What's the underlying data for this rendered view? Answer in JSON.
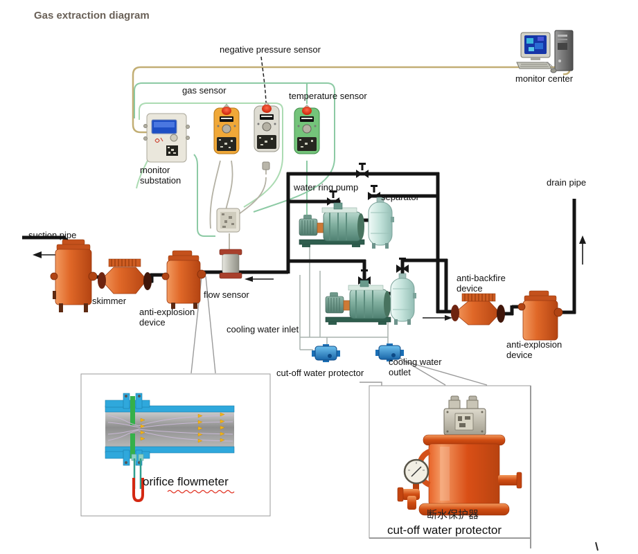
{
  "title": "Gas extraction diagram",
  "labels": {
    "negative_pressure_sensor": "negative pressure sensor",
    "gas_sensor": "gas sensor",
    "temperature_sensor": "temperature sensor",
    "monitor_center": "monitor center",
    "monitor_substation": "monitor substation",
    "water_ring_pump": "water ring pump",
    "separator": "separator",
    "drain_pipe": "drain pipe",
    "suction_pipe": "suction pipe",
    "skimmer": "skimmer",
    "anti_explosion_device_left": "anti-explosion device",
    "flow_sensor": "flow sensor",
    "cooling_water_inlet": "cooling water inlet",
    "anti_backfire_device": "anti-backfire device",
    "anti_explosion_device_right": "anti-explosion device",
    "cut_off_water_protector": "cut-off water protector",
    "cooling_water_outlet": "cooling water outlet"
  },
  "insets": {
    "orifice_flowmeter": {
      "caption": "orifice flowmeter"
    },
    "cut_off_water_protector": {
      "caption_zh": "断水保护器",
      "caption_en": "cut-off water protector"
    }
  },
  "colors": {
    "title_text": "#6a6158",
    "pipe": "#141414",
    "wire_tan": "#c2ae74",
    "wire_green": "#8ccaa4",
    "sensor_orange": "#f0a838",
    "sensor_white": "#dedcd2",
    "sensor_green": "#74c47a",
    "vessel_orange": "#d85a20",
    "separator_cyan": "#bfe0da",
    "pump_green": "#6d9c8d",
    "protector_blue": "#2f8fd0",
    "screen_blue": "#2a52c8"
  }
}
